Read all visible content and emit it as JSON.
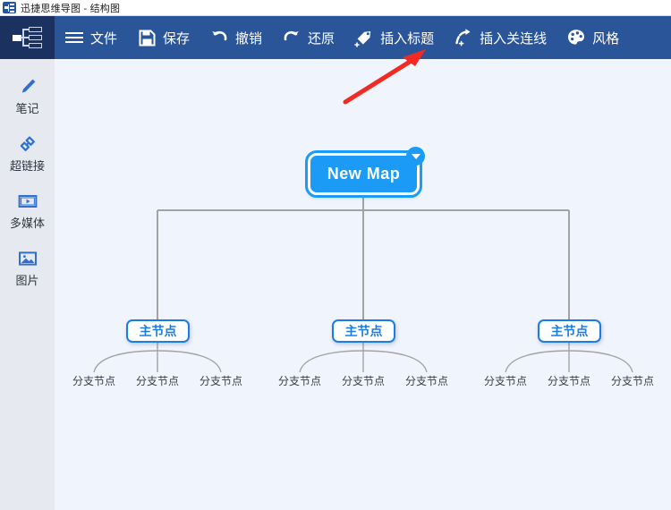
{
  "window": {
    "title": "迅捷思维导图 - 结构图",
    "icon": "mindmap-tree-icon"
  },
  "theme": {
    "toolbar_bg": "#2b5599",
    "logo_bg": "#1b3260",
    "sidebar_bg": "#e6e9f0",
    "canvas_bg": "#f0f4fd",
    "root_node": "#1b9bf5",
    "main_node_border": "#1b7de0",
    "connector": "#a3a3a3",
    "annotation": "#f02b24"
  },
  "toolbar": {
    "logo_icon": "mindmap-logo-icon",
    "items": [
      {
        "label": "文件",
        "icon": "hamburger-menu-icon"
      },
      {
        "label": "保存",
        "icon": "save-floppy-icon"
      },
      {
        "label": "撤销",
        "icon": "undo-arrow-icon"
      },
      {
        "label": "还原",
        "icon": "redo-arrow-icon"
      },
      {
        "label": "插入标题",
        "icon": "tag-plus-icon"
      },
      {
        "label": "插入关连线",
        "icon": "relation-line-plus-icon"
      },
      {
        "label": "风格",
        "icon": "palette-icon"
      }
    ]
  },
  "sidebar": {
    "items": [
      {
        "label": "笔记",
        "icon": "pencil-icon"
      },
      {
        "label": "超链接",
        "icon": "link-chain-icon"
      },
      {
        "label": "多媒体",
        "icon": "video-icon"
      },
      {
        "label": "图片",
        "icon": "image-icon"
      }
    ]
  },
  "canvas": {
    "root": {
      "label": "New Map",
      "collapse_icon": "chevron-down-circle-icon"
    },
    "main_nodes": [
      {
        "label": "主节点",
        "branches": [
          {
            "label": "分支节点"
          },
          {
            "label": "分支节点"
          },
          {
            "label": "分支节点"
          }
        ]
      },
      {
        "label": "主节点",
        "branches": [
          {
            "label": "分支节点"
          },
          {
            "label": "分支节点"
          },
          {
            "label": "分支节点"
          }
        ]
      },
      {
        "label": "主节点",
        "branches": [
          {
            "label": "分支节点"
          },
          {
            "label": "分支节点"
          },
          {
            "label": "分支节点"
          }
        ]
      }
    ],
    "annotation": {
      "icon": "red-arrow-icon",
      "points_to": "插入标题"
    }
  }
}
